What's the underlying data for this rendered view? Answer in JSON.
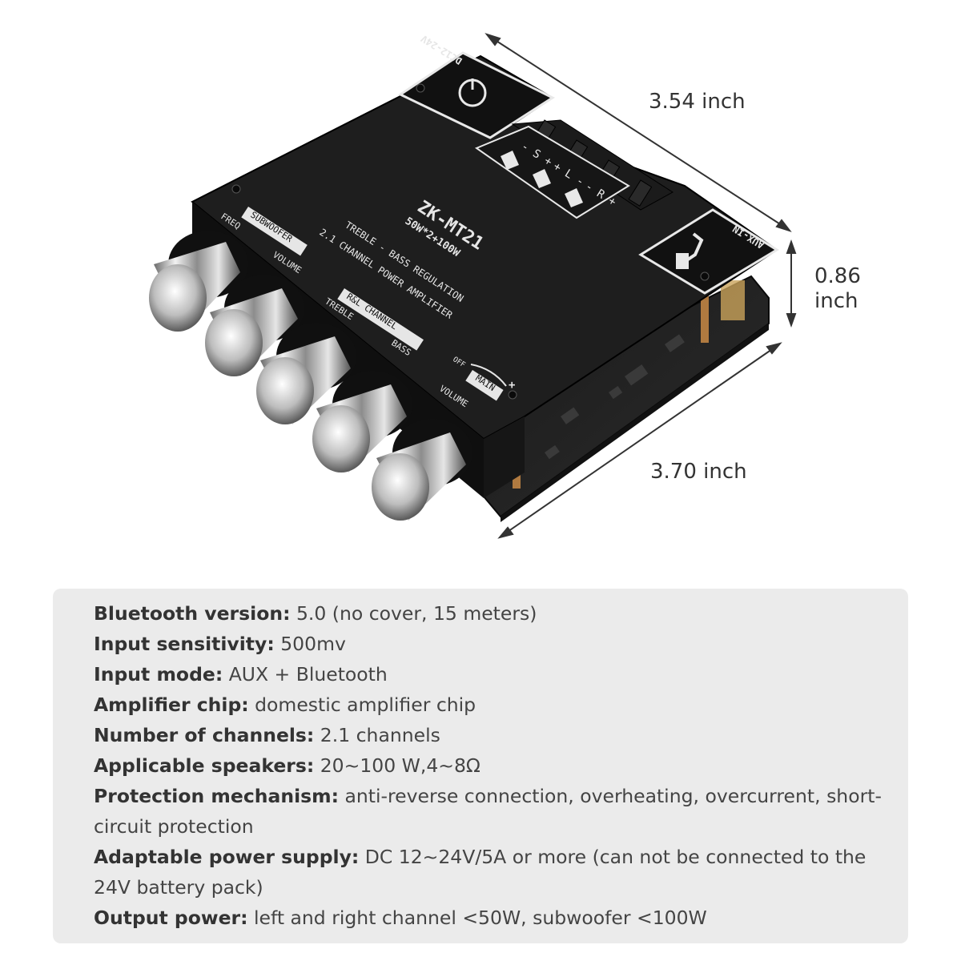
{
  "dimensions": {
    "width": "3.54 inch",
    "height_value": "0.86",
    "height_unit": "inch",
    "length": "3.70 inch"
  },
  "board": {
    "model": "ZK-MT21",
    "power_rating": "50W*2+100W",
    "line1": "TREBLE - BASS REGULATION",
    "line2": "2.1 CHANNEL POWER AMPLIFIER",
    "power_label": "DC12-24V",
    "aux_label": "AUX-IN",
    "subwoofer_label": "SUBWOOFER",
    "freq_label": "FREQ",
    "volume_label": "VOLUME",
    "rl_channel_label": "R&L CHANNEL",
    "treble_label": "TREBLE",
    "bass_label": "BASS",
    "main_label": "MAIN",
    "main_volume_label": "VOLUME",
    "off_label": "OFF",
    "plus_label": "+",
    "terminal_s": "- S +",
    "terminal_l": "+ L -",
    "terminal_r": "- R +"
  },
  "specs": [
    {
      "key": "Bluetooth version:",
      "value": " 5.0 (no cover, 15 meters)"
    },
    {
      "key": "Input sensitivity:",
      "value": " 500mv"
    },
    {
      "key": "Input mode:",
      "value": " AUX + Bluetooth"
    },
    {
      "key": "Amplifier chip:",
      "value": " domestic amplifier chip"
    },
    {
      "key": "Number of channels:",
      "value": " 2.1 channels"
    },
    {
      "key": "Applicable speakers:",
      "value": " 20~100 W,4~8Ω"
    },
    {
      "key": "Protection mechanism:",
      "value": " anti-reverse connection, overheating, overcurrent, short-circuit protection"
    },
    {
      "key": "Adaptable power supply:",
      "value": " DC 12~24V/5A or more (can not be connected to the 24V battery pack)"
    },
    {
      "key": "Output power:",
      "value": " left and right channel <50W, subwoofer <100W"
    }
  ]
}
